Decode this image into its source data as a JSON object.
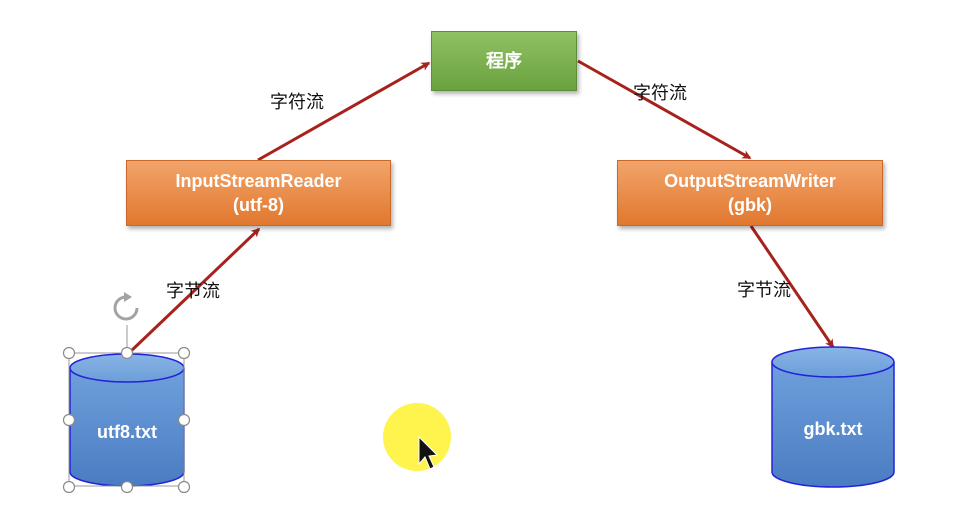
{
  "diagram": {
    "program_box": {
      "label": "程序"
    },
    "reader_box": {
      "line1": "InputStreamReader",
      "line2": "(utf-8)"
    },
    "writer_box": {
      "line1": "OutputStreamWriter",
      "line2": "(gbk)"
    },
    "labels": {
      "char_stream_left": "字符流",
      "char_stream_right": "字符流",
      "byte_stream_left": "字节流",
      "byte_stream_right": "字节流"
    },
    "source_file": {
      "label": "utf8.txt"
    },
    "target_file": {
      "label": "gbk.txt"
    }
  },
  "colors": {
    "program_box": "#6aa13f",
    "converter_box": "#e1782f",
    "arrow": "#a8221d",
    "cylinder": "#5b8fd2",
    "cursor_highlight": "#fff23a"
  },
  "icons": [
    "rotate-handle-icon",
    "mouse-cursor-icon"
  ]
}
